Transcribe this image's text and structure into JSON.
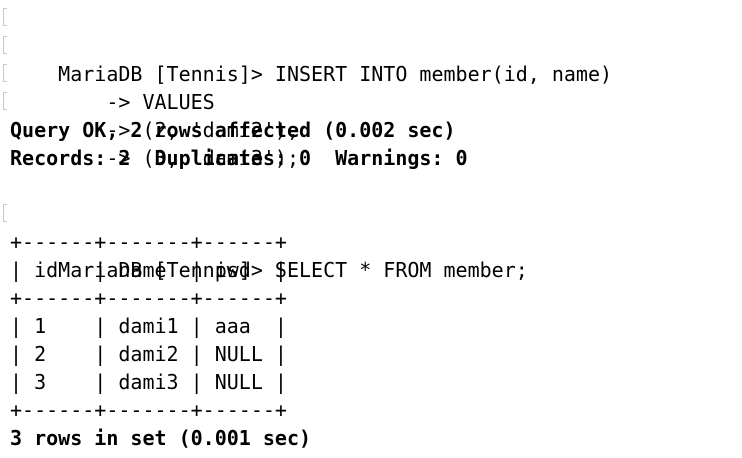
{
  "terminal": {
    "insert_prompt": "MariaDB [Tennis]> INSERT INTO member(id, name)",
    "insert_cont_1": "    -> VALUES",
    "insert_cont_2": "    -> (2, 'dami2'),",
    "insert_cont_3": "    -> (3, 'dami3');",
    "query_ok": "Query OK, 2 rows affected (0.002 sec)",
    "records": "Records: 2  Duplicates: 0  Warnings: 0",
    "select_prompt": "MariaDB [Tennis]> SELECT * FROM member;",
    "table_border": "+------+-------+------+",
    "table_header": "| id   | name  | pwd  |",
    "table_rows": [
      "| 1    | dami1 | aaa  |",
      "| 2    | dami2 | NULL |",
      "| 3    | dami3 | NULL |"
    ],
    "result_summary": "3 rows in set (0.001 sec)"
  }
}
